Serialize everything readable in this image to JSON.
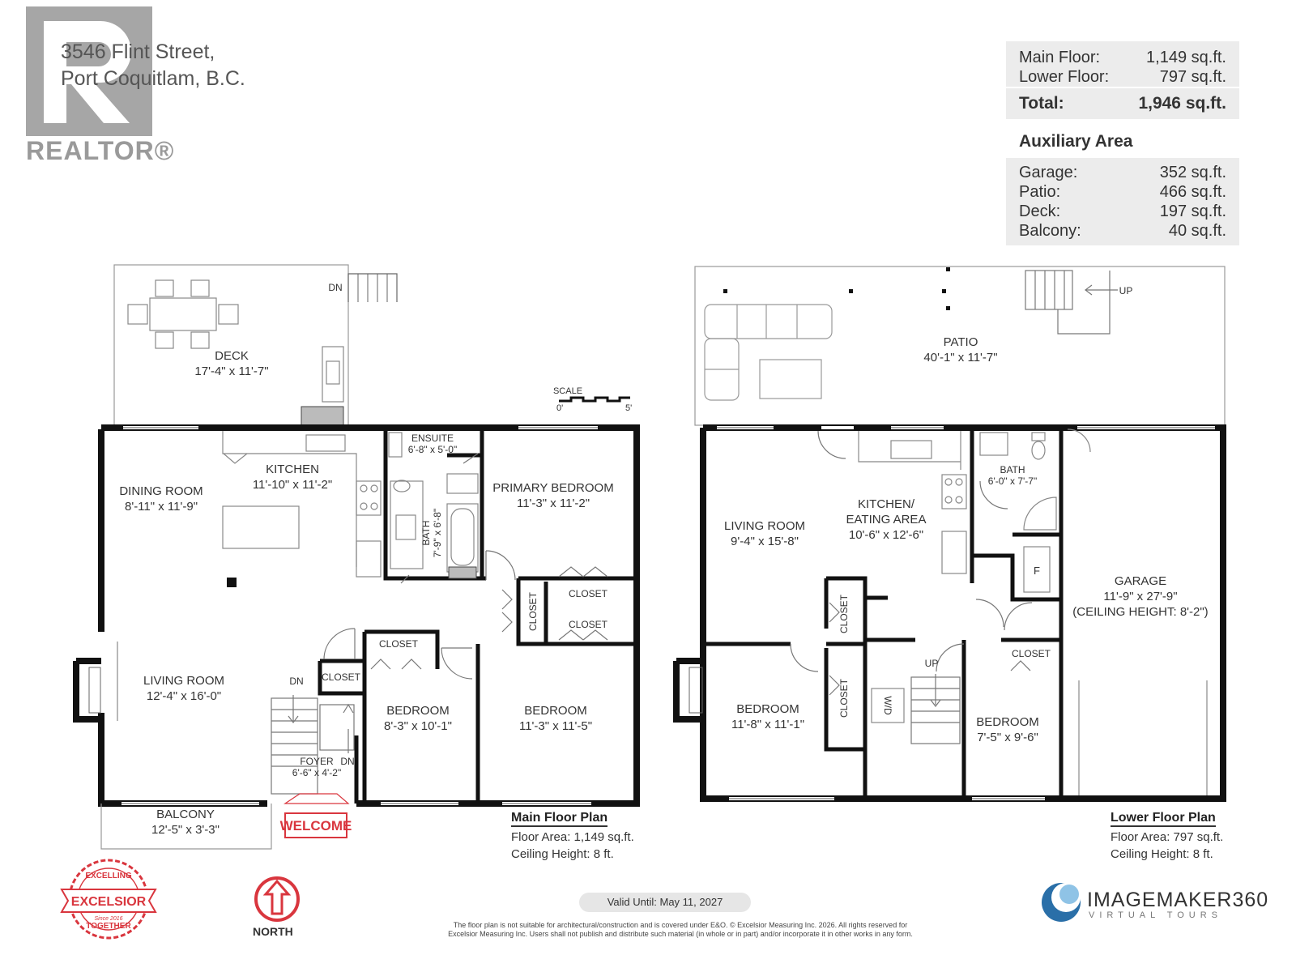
{
  "header": {
    "address_line1": "3546 Flint Street,",
    "address_line2": "Port Coquitlam, B.C.",
    "realtor_logo": "REALTOR®"
  },
  "area_summary": {
    "main_floor": {
      "label": "Main Floor:",
      "value": "1,149 sq.ft."
    },
    "lower_floor": {
      "label": "Lower Floor:",
      "value": "797 sq.ft."
    },
    "total": {
      "label": "Total:",
      "value": "1,946 sq.ft."
    }
  },
  "auxiliary": {
    "title": "Auxiliary Area",
    "garage": {
      "label": "Garage:",
      "value": "352 sq.ft."
    },
    "patio": {
      "label": "Patio:",
      "value": "466 sq.ft."
    },
    "deck": {
      "label": "Deck:",
      "value": "197 sq.ft."
    },
    "balcony": {
      "label": "Balcony:",
      "value": "40 sq.ft."
    }
  },
  "main_plan": {
    "title": "Main Floor Plan",
    "area": "Floor Area: 1,149 sq.ft.",
    "ceiling": "Ceiling Height: 8 ft.",
    "scale_label": "SCALE",
    "scale_start": "0'",
    "scale_end": "5'",
    "welcome": "WELCOME",
    "rooms": {
      "deck": {
        "name": "DECK",
        "dims": "17'-4\" x 11'-7\""
      },
      "dining": {
        "name": "DINING ROOM",
        "dims": "8'-11\" x 11'-9\""
      },
      "kitchen": {
        "name": "KITCHEN",
        "dims": "11'-10\" x 11'-2\""
      },
      "ensuite": {
        "name": "ENSUITE",
        "dims": "6'-8\" x 5'-0\""
      },
      "bath": {
        "name": "BATH",
        "dims": "7'-9\" x 6'-8\""
      },
      "primary": {
        "name": "PRIMARY BEDROOM",
        "dims": "11'-3\" x 11'-2\""
      },
      "living": {
        "name": "LIVING ROOM",
        "dims": "12'-4\" x 16'-0\""
      },
      "bedroom1": {
        "name": "BEDROOM",
        "dims": "8'-3\" x 10'-1\""
      },
      "bedroom2": {
        "name": "BEDROOM",
        "dims": "11'-3\" x 11'-5\""
      },
      "foyer": {
        "name": "FOYER",
        "dims": "6'-6\" x 4'-2\""
      },
      "balcony": {
        "name": "BALCONY",
        "dims": "12'-5\" x 3'-3\""
      }
    },
    "labels": {
      "closet": "CLOSET",
      "dn": "DN"
    }
  },
  "lower_plan": {
    "title": "Lower Floor Plan",
    "area": "Floor Area: 797 sq.ft.",
    "ceiling": "Ceiling Height: 8 ft.",
    "rooms": {
      "patio": {
        "name": "PATIO",
        "dims": "40'-1\" x 11'-7\""
      },
      "living": {
        "name": "LIVING ROOM",
        "dims": "9'-4\" x 15'-8\""
      },
      "kitchen_line1": "KITCHEN/",
      "kitchen_line2": "EATING AREA",
      "kitchen_dims": "10'-6\" x 12'-6\"",
      "bath": {
        "name": "BATH",
        "dims": "6'-0\" x 7'-7\""
      },
      "garage": {
        "name": "GARAGE",
        "dims": "11'-9\" x 27'-9\"",
        "note": "(CEILING HEIGHT: 8'-2\")"
      },
      "bedroom1": {
        "name": "BEDROOM",
        "dims": "11'-8\" x 11'-1\""
      },
      "bedroom2": {
        "name": "BEDROOM",
        "dims": "7'-5\" x 9'-6\""
      }
    },
    "labels": {
      "closet": "CLOSET",
      "up": "UP",
      "furnace": "F",
      "washer_dryer": "W/D"
    }
  },
  "footer": {
    "valid_until": "Valid Until: May 11, 2027",
    "disclaimer_line1": "The floor plan is not suitable for architectural/construction and is covered under E&O. © Excelsior Measuring Inc. 2026. All rights reserved for",
    "disclaimer_line2": "Excelsior Measuring Inc. Users shall not publish and distribute such material (in whole or in part) and/or incorporate it in other works in any form.",
    "north_label": "NORTH",
    "excelsior_logo": "EXCELSIOR",
    "excelsior_top": "EXCELLING",
    "excelsior_bottom": "TOGETHER",
    "excelsior_since": "Since 2016",
    "imagemaker_name": "IMAGEMAKER360",
    "imagemaker_sub": "VIRTUAL TOURS"
  },
  "colors": {
    "wall": "#111111",
    "accent_red": "#d9363e",
    "panel_gray": "#ececec",
    "logo_blue": "#2a6fa8"
  }
}
